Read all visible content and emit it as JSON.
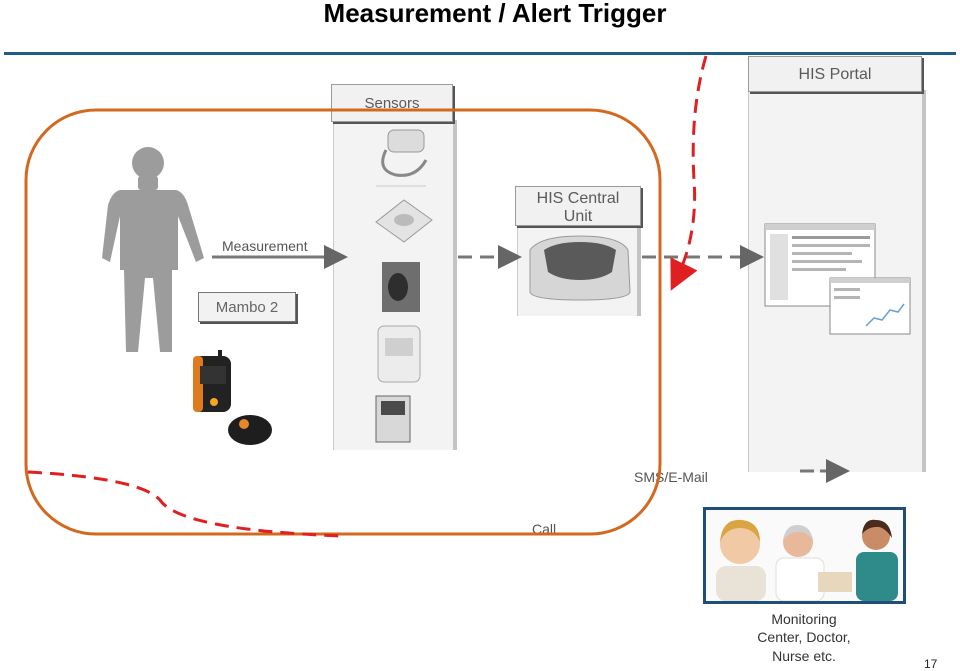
{
  "title": "Measurement / Alert Trigger",
  "sensors": {
    "header": "Sensors"
  },
  "central_unit": {
    "header_line1": "HIS Central",
    "header_line2": "Unit"
  },
  "portal": {
    "header": "HIS Portal"
  },
  "labels": {
    "measurement": "Measurement",
    "mambo": "Mambo 2",
    "sms_email": "SMS/E-Mail",
    "call": "Call"
  },
  "monitoring": {
    "line1": "Monitoring",
    "line2": "Center, Doctor,",
    "line3": "Nurse etc."
  },
  "page_number": "17",
  "colors": {
    "title_rule": "#1f5d82",
    "patient_frame": "#d2691e",
    "alert_path": "#e02020",
    "monitoring_frame": "#1f4e79"
  }
}
